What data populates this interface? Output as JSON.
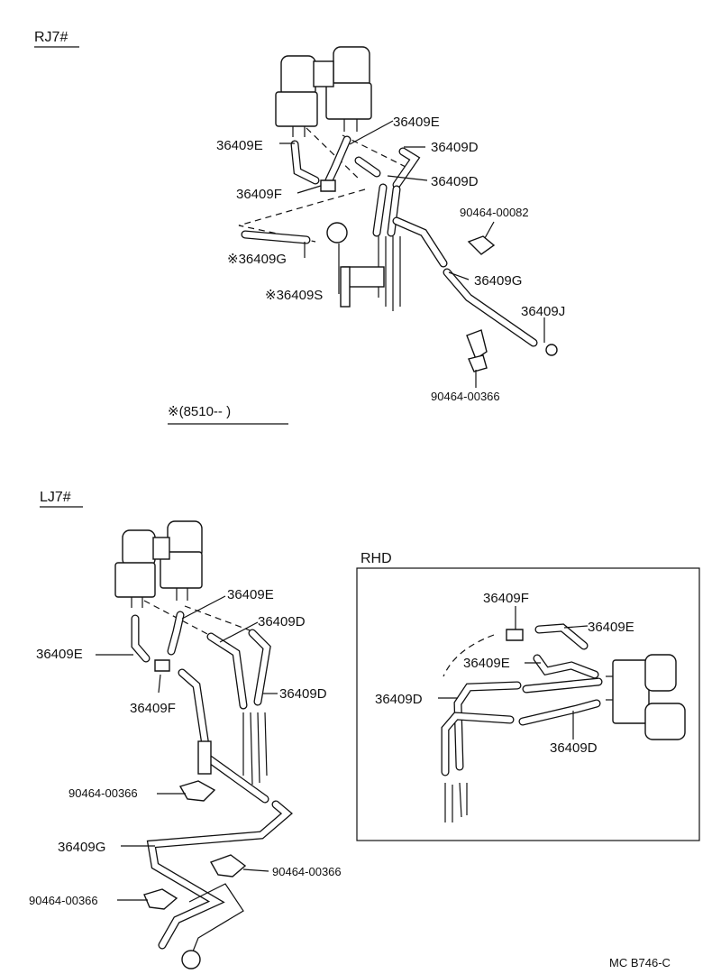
{
  "sections": {
    "rj7": "RJ7#",
    "lj7": "LJ7#",
    "rhd": "RHD"
  },
  "rj7_labels": {
    "e_top": "36409E",
    "e_left": "36409E",
    "d_upper": "36409D",
    "d_lower": "36409D",
    "f": "36409F",
    "g_left": "※36409G",
    "s": "※36409S",
    "g_right": "36409G",
    "j": "36409J",
    "clamp_top": "90464-00082",
    "clamp_bottom": "90464-00366",
    "note": "※(8510--        )"
  },
  "lj7_labels": {
    "e_top": "36409E",
    "e_left": "36409E",
    "d_upper": "36409D",
    "d_lower": "36409D",
    "f": "36409F",
    "clamp1": "90464-00366",
    "g": "36409G",
    "clamp2": "90464-00366",
    "clamp3": "90464-00366"
  },
  "rhd_labels": {
    "f": "36409F",
    "e_right": "36409E",
    "e_left": "36409E",
    "d_left": "36409D",
    "d_bottom": "36409D"
  },
  "footer_code": "MC  B746-C"
}
